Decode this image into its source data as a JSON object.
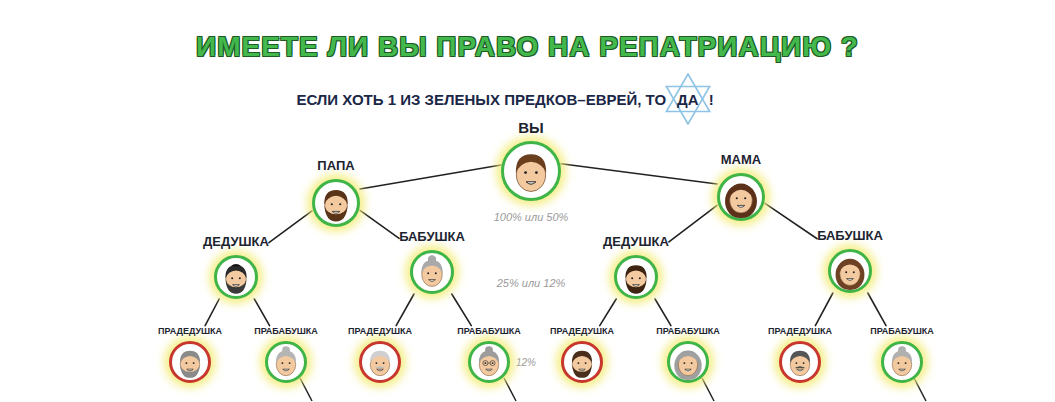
{
  "diagram": {
    "title": "ИМЕЕТЕ ЛИ ВЫ ПРАВО НА РЕПАТРИАЦИЮ ?",
    "nodes": [
      {
        "text": [
          "ВЫ"
        ]
      },
      {
        "text": [
          "ПАПА"
        ]
      },
      {
        "text": [
          "МАМА"
        ]
      },
      {
        "text": [
          "ДЕДУШКА"
        ]
      },
      {
        "text": [
          "БАБУШКА"
        ]
      },
      {
        "text": [
          "ДЕДУШКА"
        ]
      },
      {
        "text": [
          "БАБУШКА"
        ]
      },
      {
        "text": [
          "ПРАДЕДУШКА"
        ]
      },
      {
        "text": [
          "ПРАБАБУШКА"
        ]
      },
      {
        "text": [
          "ПРАДЕДУШКА"
        ]
      },
      {
        "text": [
          "ПРАБАБУШКА"
        ]
      },
      {
        "text": [
          "ПРАДЕДУШКА"
        ]
      },
      {
        "text": [
          "ПРАБАБУШКА"
        ]
      },
      {
        "text": [
          "ПРАДЕДУШКА"
        ]
      },
      {
        "text": [
          "ПРАБАБУШКА"
        ]
      }
    ],
    "edges": [
      {
        "from": 0,
        "to": 1,
        "arrow": "none"
      },
      {
        "from": 0,
        "to": 2,
        "arrow": "none"
      },
      {
        "from": 1,
        "to": 3,
        "arrow": "none"
      },
      {
        "from": 1,
        "to": 4,
        "arrow": "none"
      },
      {
        "from": 2,
        "to": 5,
        "arrow": "none"
      },
      {
        "from": 2,
        "to": 6,
        "arrow": "none"
      },
      {
        "from": 3,
        "to": 7,
        "arrow": "none"
      },
      {
        "from": 3,
        "to": 8,
        "arrow": "none"
      },
      {
        "from": 4,
        "to": 9,
        "arrow": "none"
      },
      {
        "from": 4,
        "to": 10,
        "arrow": "none"
      },
      {
        "from": 5,
        "to": 11,
        "arrow": "none"
      },
      {
        "from": 5,
        "to": 12,
        "arrow": "none"
      },
      {
        "from": 6,
        "to": 13,
        "arrow": "none"
      },
      {
        "from": 6,
        "to": 14,
        "arrow": "none"
      }
    ],
    "labels": [
      "ЕСЛИ ХОТЬ 1 ИЗ ЗЕЛЕНЫХ ПРЕДКОВ–ЕВРЕЙ, ТО",
      "ДА",
      "!",
      "100% или 50%",
      "25% или 12%",
      "12%"
    ]
  }
}
